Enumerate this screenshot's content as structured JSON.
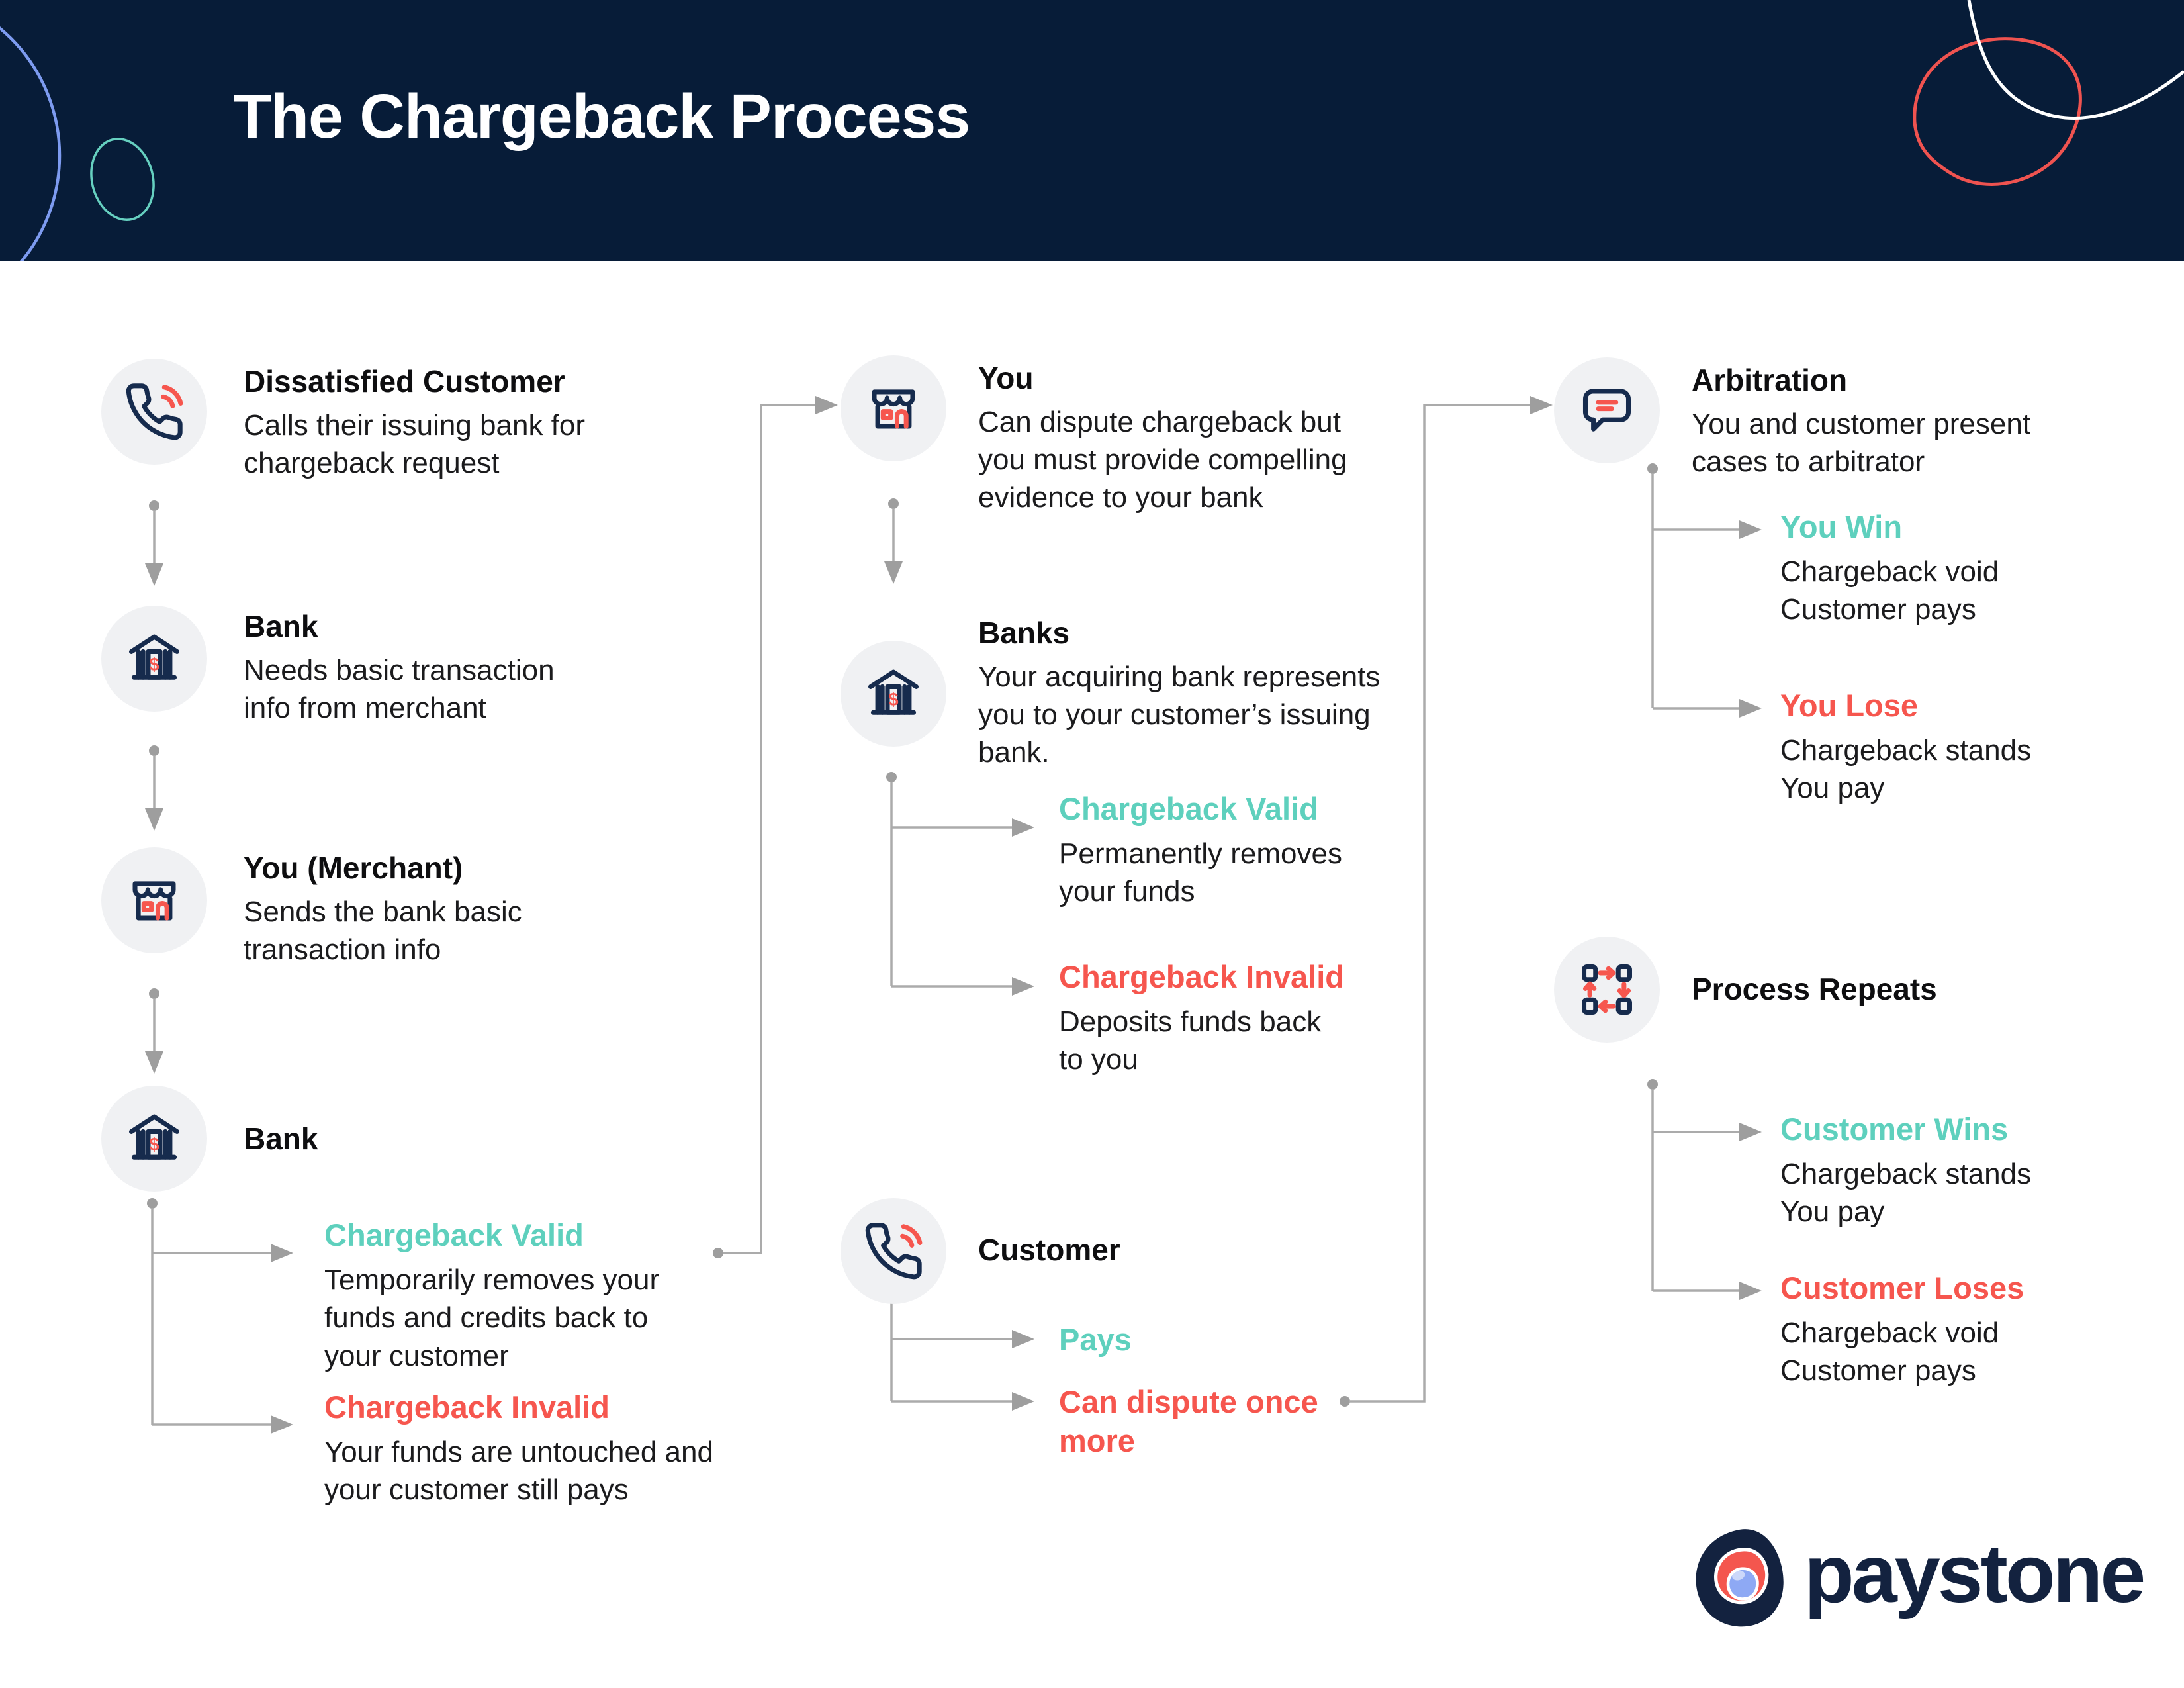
{
  "header": {
    "title": "The Chargeback Process"
  },
  "colors": {
    "header_navy": "#071c38",
    "icon_navy": "#162b4d",
    "accent_teal": "#5ed0bd",
    "accent_coral": "#f6564e",
    "icon_circle_bg": "#f0f1f3",
    "connector_gray": "#ababab",
    "logo_navy": "#13223f",
    "logo_blue": "#8ea9f4"
  },
  "icons": {
    "phone": "phone-call-icon",
    "bank": "bank-icon",
    "storefront": "storefront-icon",
    "speech": "speech-bubble-icon",
    "cycle": "process-cycle-icon",
    "logo": "paystone-pebble-logo"
  },
  "flow": {
    "col1": {
      "steps": [
        {
          "title": "Dissatisfied Customer",
          "body": "Calls their issuing bank for\nchargeback request"
        },
        {
          "title": "Bank",
          "body": "Needs basic transaction\ninfo from merchant"
        },
        {
          "title": "You (Merchant)",
          "body": "Sends the bank basic\ntransaction info"
        },
        {
          "title": "Bank"
        }
      ],
      "outcomes": [
        {
          "title": "Chargeback Valid",
          "tone": "positive",
          "body": "Temporarily removes your\nfunds and credits back to\nyour customer"
        },
        {
          "title": "Chargeback Invalid",
          "tone": "negative",
          "body": "Your funds are untouched and\nyour customer still pays"
        }
      ]
    },
    "col2": {
      "steps": [
        {
          "title": "You",
          "body": "Can dispute chargeback but\nyou must provide compelling\nevidence to your bank"
        },
        {
          "title": "Banks",
          "body": "Your acquiring bank represents\nyou to your customer’s issuing\nbank."
        }
      ],
      "outcomes": [
        {
          "title": "Chargeback Valid",
          "tone": "positive",
          "body": "Permanently removes\nyour funds"
        },
        {
          "title": "Chargeback Invalid",
          "tone": "negative",
          "body": "Deposits funds back\nto you"
        }
      ],
      "customer": {
        "title": "Customer"
      },
      "customer_outcomes": [
        {
          "title": "Pays",
          "tone": "positive"
        },
        {
          "title": "Can dispute once\nmore",
          "tone": "negative"
        }
      ]
    },
    "col3": {
      "steps": [
        {
          "title": "Arbitration",
          "body": "You and customer present\ncases to arbitrator"
        }
      ],
      "outcomes": [
        {
          "title": "You Win",
          "tone": "positive",
          "body": "Chargeback void\nCustomer pays"
        },
        {
          "title": "You Lose",
          "tone": "negative",
          "body": "Chargeback stands\nYou pay"
        }
      ],
      "repeat": {
        "title": "Process Repeats"
      },
      "repeat_outcomes": [
        {
          "title": "Customer Wins",
          "tone": "positive",
          "body": "Chargeback stands\nYou pay"
        },
        {
          "title": "Customer Loses",
          "tone": "negative",
          "body": "Chargeback void\nCustomer pays"
        }
      ]
    }
  },
  "logo": {
    "wordmark": "paystone"
  }
}
